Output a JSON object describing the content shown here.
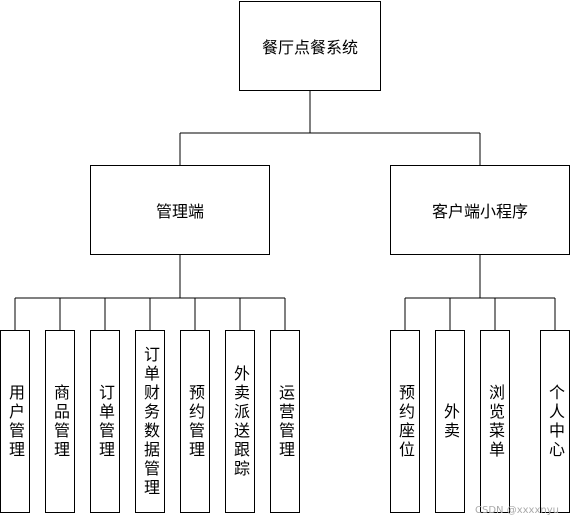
{
  "root": "餐厅点餐系统",
  "branches": [
    {
      "label": "管理端",
      "children": [
        "用户管理",
        "商品管理",
        "订单管理",
        "订单财务数据管理",
        "预约管理",
        "外卖派送跟踪",
        "运营管理"
      ]
    },
    {
      "label": "客户端小程序",
      "children": [
        "预约座位",
        "外卖",
        "浏览菜单",
        "个人中心"
      ]
    }
  ],
  "watermark": "CSDN @xxxxnyu"
}
